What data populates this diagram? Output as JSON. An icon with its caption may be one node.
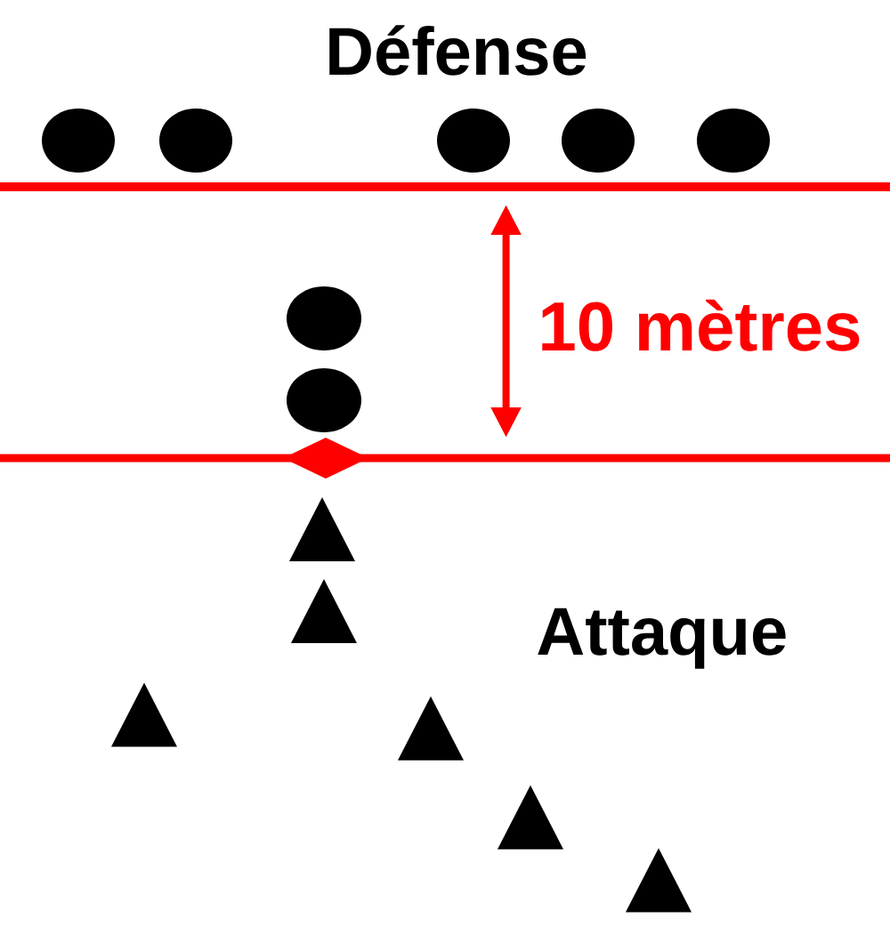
{
  "diagram": {
    "nodes": [
      {
        "text": [],
        "shape": "circle"
      },
      {
        "text": [],
        "shape": "circle"
      },
      {
        "text": [],
        "shape": "circle"
      },
      {
        "text": [],
        "shape": "circle"
      },
      {
        "text": [],
        "shape": "circle"
      },
      {
        "text": [],
        "shape": "circle"
      },
      {
        "text": [],
        "shape": "circle"
      },
      {
        "text": [],
        "shape": "diamond"
      },
      {
        "text": [],
        "shape": "triangle"
      },
      {
        "text": [],
        "shape": "triangle"
      },
      {
        "text": [],
        "shape": "triangle"
      },
      {
        "text": [],
        "shape": "triangle"
      },
      {
        "text": [],
        "shape": "triangle"
      },
      {
        "text": [],
        "shape": "triangle"
      }
    ],
    "labels": [
      "Défense",
      "10 mètres",
      "Attaque"
    ]
  }
}
